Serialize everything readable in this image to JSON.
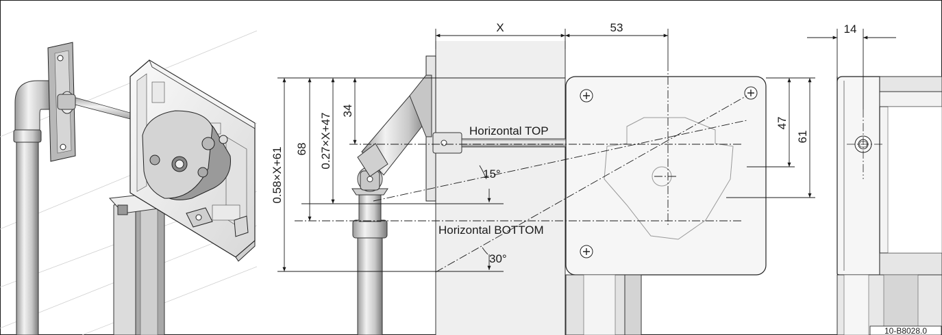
{
  "dimensions": {
    "x": "X",
    "w53": "53",
    "w14": "14",
    "h34": "34",
    "h68": "68",
    "h_027": "0.27×X+47",
    "h_058": "0.58×X+61",
    "h47": "47",
    "h61": "61"
  },
  "labels": {
    "horizontal_top": "Horizontal TOP",
    "horizontal_bottom": "Horizontal BOTTOM",
    "angle_15": "15°",
    "angle_30": "30°"
  },
  "reference": "10-B8028.0",
  "colors": {
    "line": "#1a1a1a",
    "panel": "#f0f0f0",
    "metal": "#d2d2d2",
    "metal_dark": "#8a8a8a"
  }
}
